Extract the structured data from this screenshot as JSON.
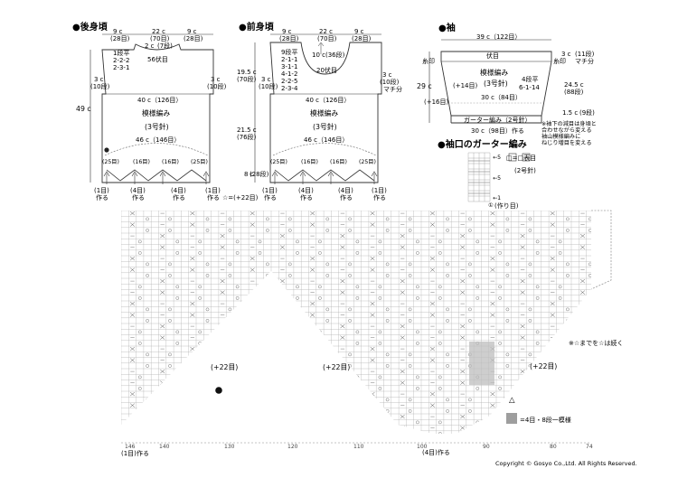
{
  "back": {
    "title": "●後身頃",
    "top": [
      [
        "9 c",
        "(28目)"
      ],
      [
        "22 c",
        "(70目)"
      ],
      [
        "9 c",
        "(28目)"
      ]
    ],
    "neck_small": [
      "2 c",
      "(7段)"
    ],
    "neck_rows": "56伏目",
    "dec_list": [
      "1段平",
      "2-2-2",
      "2-3-1"
    ],
    "h49": "49 c",
    "side_l": [
      "3 c",
      "(10段)"
    ],
    "side_r": [
      "3 c",
      "(10段)"
    ],
    "w40": "40 c（126目）",
    "pattern": "模様編み",
    "needle": "(3号針)",
    "w46": "46 c（146目）",
    "marks": [
      "(25目)",
      "(16目)",
      "(16目)",
      "(25目)"
    ],
    "bottom": [
      "(1目)",
      "作る",
      "(4目)",
      "作る",
      "(4目)",
      "作る",
      "(1目)",
      "作る"
    ],
    "star_note": "☆=(+22目)"
  },
  "front": {
    "title": "●前身頃",
    "top": [
      [
        "9 c",
        "(28目)"
      ],
      [
        "22 c",
        "(70目)"
      ],
      [
        "9 c",
        "(28目)"
      ]
    ],
    "dec_list": [
      "9段平",
      "2-1-1",
      "3-1-1",
      "4-1-2",
      "2-2-5",
      "2-3-4"
    ],
    "neck": [
      "10 c",
      "(36段)"
    ],
    "neck_rows": "20伏目",
    "h195": [
      "19.5 c",
      "(70段)"
    ],
    "h215": [
      "21.5 c",
      "(76段)"
    ],
    "h8": [
      "8 c",
      "(28段)"
    ],
    "side_l": [
      "3 c",
      "(10段)"
    ],
    "side_r": [
      "3 c",
      "(10段)"
    ],
    "mache": "マチ分",
    "w40": "40 c（126目）",
    "pattern": "模様編み",
    "needle": "(3号針)",
    "w46": "46 c（146目）",
    "marks": [
      "(25目)",
      "(16目)",
      "(16目)",
      "(25目)"
    ],
    "bottom": [
      "(1目)",
      "作る",
      "(4目)",
      "作る",
      "(4目)",
      "作る",
      "(1目)",
      "作る"
    ]
  },
  "sleeve": {
    "title": "●袖",
    "w39": "39 c（122目）",
    "fuseme": "伏目",
    "itojirushi_l": "糸印",
    "itojirushi_r": "糸印",
    "h29": "29 c",
    "c3": "3 c",
    "c11": "(11段)",
    "mache": "マチ分",
    "pattern": "模様編み",
    "needle": "(3号針)",
    "plus14": "(+14目)",
    "plus16": "(+16目)",
    "inc": [
      "4段平",
      "6-1-14"
    ],
    "h245": [
      "24.5 c",
      "(88段)"
    ],
    "w30": "30 c（84目）",
    "garter": "ガーター編み（2号針）",
    "w30b": "30 c（98目）作る",
    "c15": [
      "1.5 c",
      "(9段)"
    ],
    "notes": [
      "※袖下の減目は身頃と",
      "合わせながら変える",
      "袖山模様編みに",
      "ねじり増目を変える"
    ]
  },
  "cuff": {
    "title": "●袖口のガーター編み",
    "legend": "□=□表目",
    "needle": "(2号針)",
    "rows": [
      "←5",
      "←5",
      "←1"
    ],
    "bottom": "①",
    "made": "(作り目)"
  },
  "chart": {
    "left_note": "(+22目)",
    "mid_note": "(+22目)",
    "right_note": "(+22目)",
    "repeat_note": "※☆までを☆は続く",
    "legend": "=4目・8段一模様",
    "triangle": "△",
    "axis_labels": [
      "146",
      "140",
      "130",
      "120",
      "110",
      "100",
      "90",
      "80",
      "74"
    ],
    "axis_bottom_left": [
      "(1目)",
      "作る"
    ],
    "axis_bottom_mid": "(4目)作る"
  },
  "copyright": "Copyright © Gosyo Co.,Ltd. All Rights Reserved."
}
